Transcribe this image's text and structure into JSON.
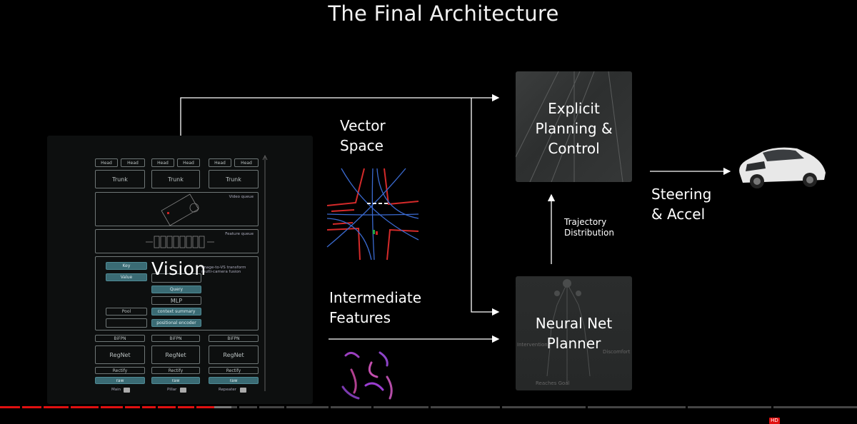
{
  "title": "The Final Architecture",
  "vision": {
    "label": "Vision",
    "head": "Head",
    "trunk": "Trunk",
    "video_queue": "Video queue",
    "feature_queue": "Feature queue",
    "key": "Key",
    "value": "Value",
    "query": "Query",
    "mlp": "MLP",
    "pool": "Pool",
    "context_summary": "context summary",
    "positional_encoder": "positional encoder",
    "transform_note": "Image-to-VS transform\nmulti-camera fusion",
    "bifpn": "BiFPN",
    "regnet": "RegNet",
    "rectify": "Rectify",
    "raw": "raw",
    "cameras": [
      "Main",
      "Pillar",
      "Repeater"
    ]
  },
  "vector_space": "Vector\nSpace",
  "intermediate_features": "Intermediate\nFeatures",
  "explicit_planning": "Explicit\nPlanning &\nControl",
  "nn_planner": {
    "label": "Neural Net\nPlanner",
    "intervention": "Intervention",
    "discomfort": "Discomfort",
    "reaches_goal": "Reaches Goal"
  },
  "trajectory": "Trajectory\nDistribution",
  "steering": "Steering\n& Accel",
  "player": {
    "hd": "HD",
    "played_fraction": 0.25,
    "buffered_fraction": 0.27
  }
}
